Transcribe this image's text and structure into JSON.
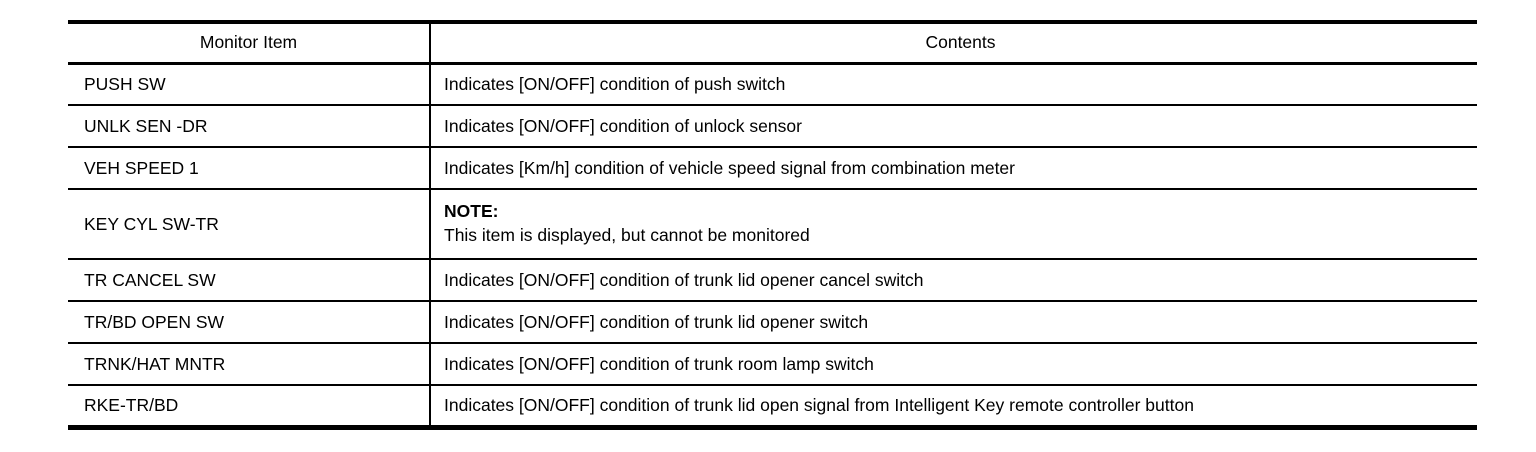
{
  "table": {
    "headers": {
      "monitor_item": "Monitor Item",
      "contents": "Contents"
    },
    "rows": [
      {
        "item": "PUSH SW",
        "content": "Indicates [ON/OFF] condition of push switch"
      },
      {
        "item": "UNLK SEN -DR",
        "content": "Indicates [ON/OFF] condition of unlock sensor"
      },
      {
        "item": "VEH SPEED 1",
        "content": "Indicates [Km/h] condition of vehicle speed signal from combination meter"
      },
      {
        "item": "KEY CYL SW-TR",
        "note_label": "NOTE:",
        "content": "This item is displayed, but cannot be monitored"
      },
      {
        "item": "TR CANCEL SW",
        "content": "Indicates [ON/OFF] condition of trunk lid opener cancel switch"
      },
      {
        "item": "TR/BD OPEN SW",
        "content": "Indicates [ON/OFF] condition of trunk lid opener switch"
      },
      {
        "item": "TRNK/HAT MNTR",
        "content": "Indicates [ON/OFF] condition of trunk room lamp switch"
      },
      {
        "item": "RKE-TR/BD",
        "content": "Indicates [ON/OFF] condition of trunk lid open signal from Intelligent Key remote controller button"
      }
    ],
    "colors": {
      "border": "#000000",
      "text": "#000000",
      "background": "#ffffff"
    }
  }
}
